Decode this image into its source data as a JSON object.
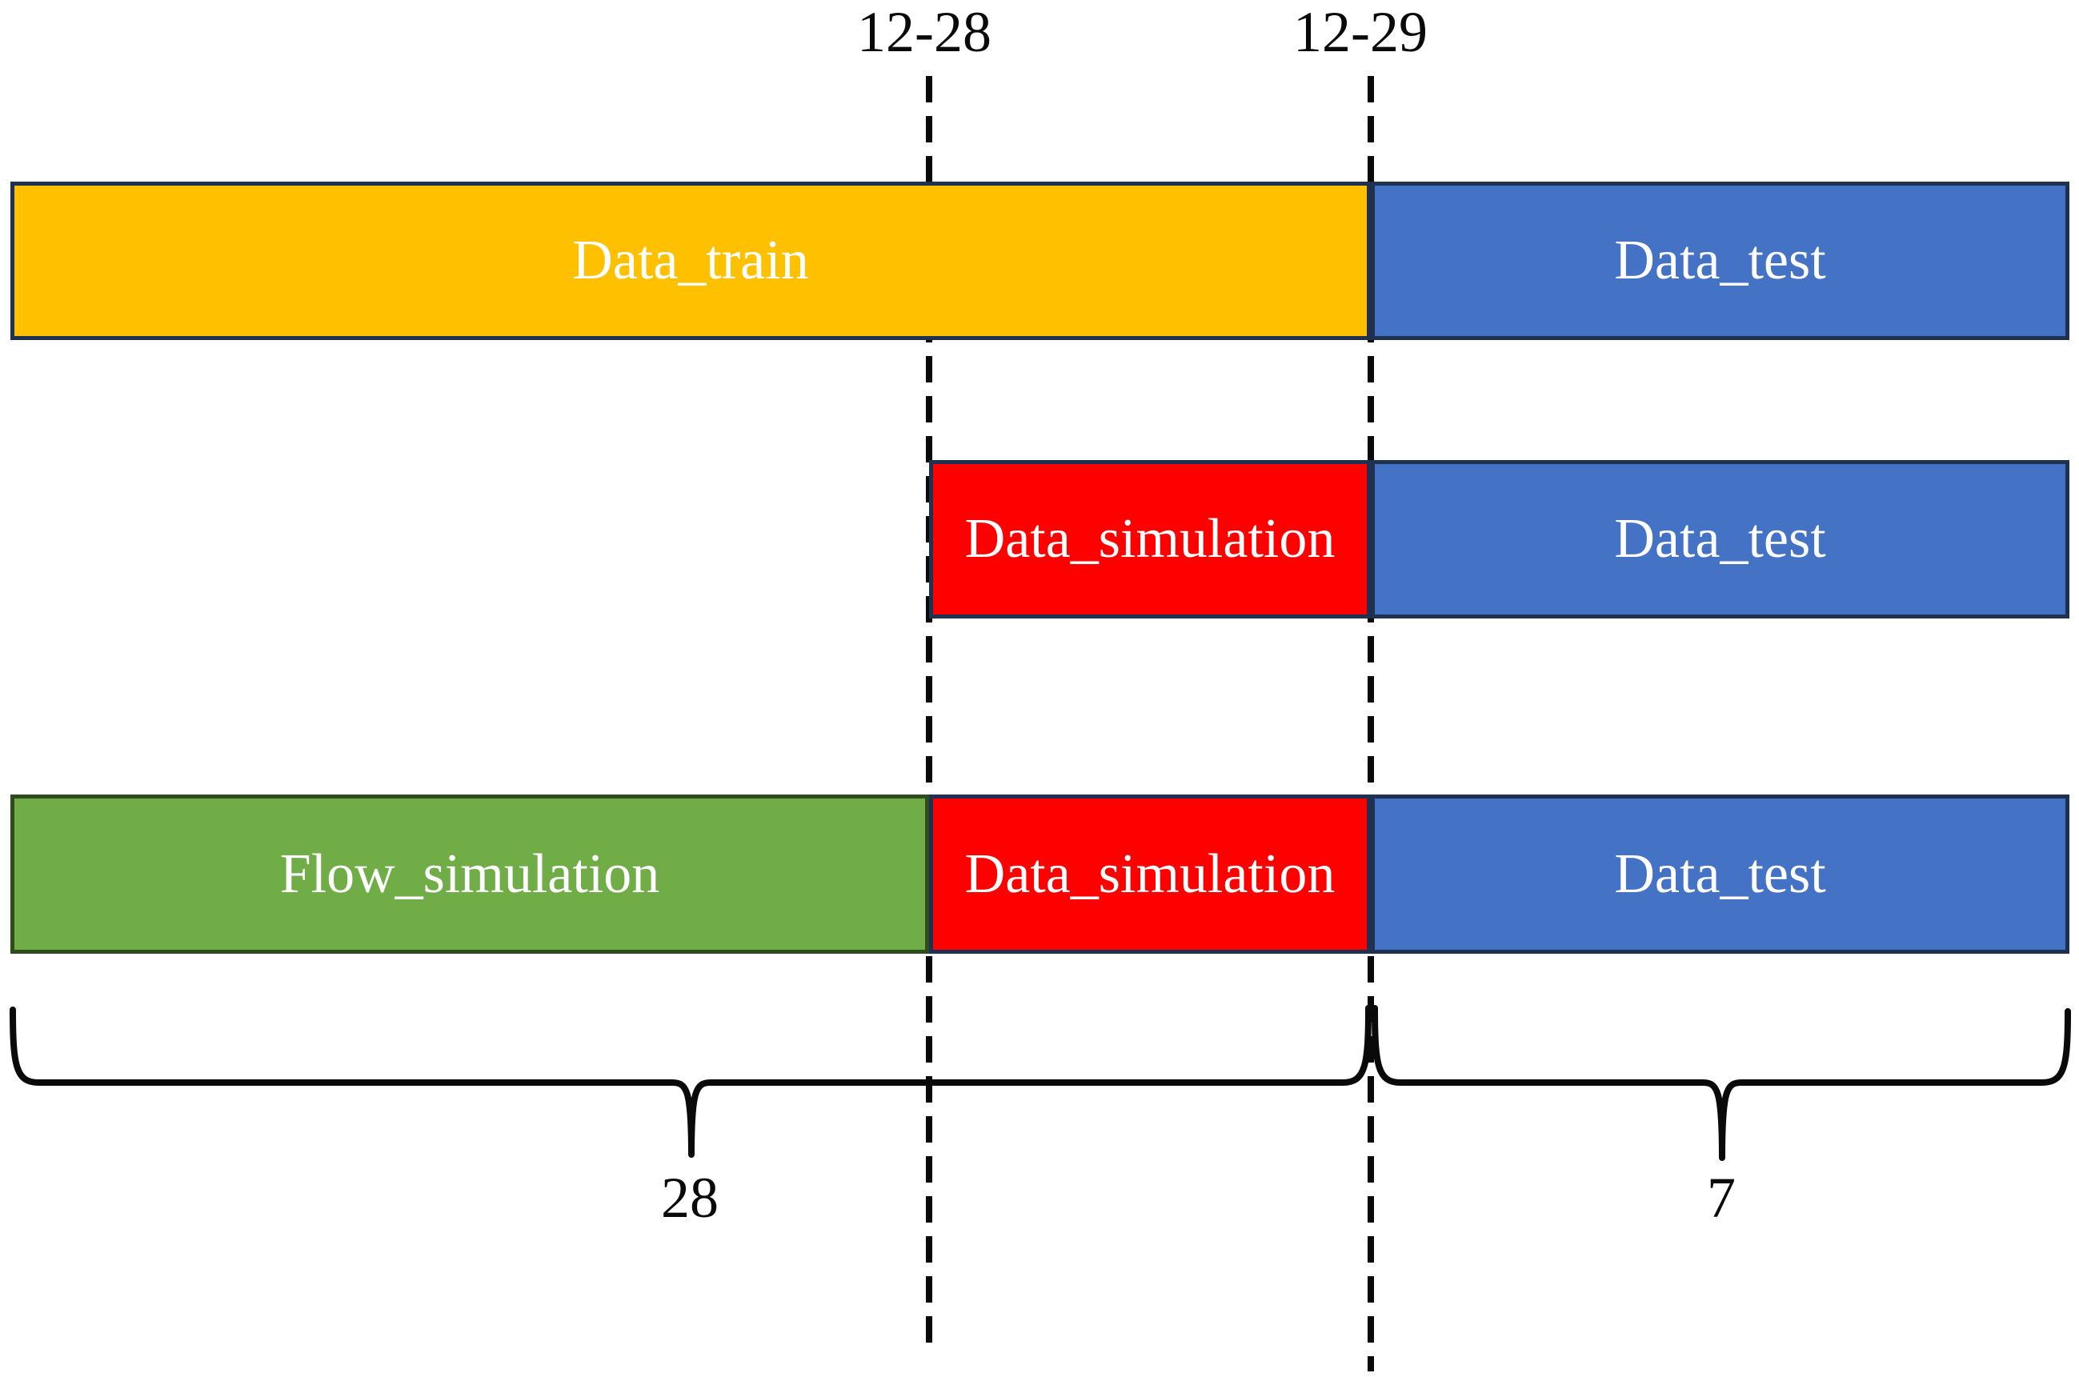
{
  "timeline": {
    "markers": [
      {
        "label": "12-28"
      },
      {
        "label": "12-29"
      }
    ],
    "rows": [
      {
        "name": "row-train-test",
        "segments": [
          {
            "label": "Data_train",
            "color": "#FFC000"
          },
          {
            "label": "Data_test",
            "color": "#4472C4"
          }
        ]
      },
      {
        "name": "row-simulation-test",
        "segments": [
          {
            "label": "Data_simulation",
            "color": "#FF0000"
          },
          {
            "label": "Data_test",
            "color": "#4472C4"
          }
        ]
      },
      {
        "name": "row-flow-simulation-test",
        "segments": [
          {
            "label": "Flow_simulation",
            "color": "#70AD47"
          },
          {
            "label": "Data_simulation",
            "color": "#FF0000"
          },
          {
            "label": "Data_test",
            "color": "#4472C4"
          }
        ]
      }
    ],
    "spans": [
      {
        "label": "28"
      },
      {
        "label": "7"
      }
    ],
    "colors": {
      "train_fill": "#FFC000",
      "test_fill": "#4472C4",
      "simulation_fill": "#FF0000",
      "flow_fill": "#70AD47",
      "bar_outline": "#1F3050",
      "flow_outline": "#2F4D1C",
      "line_and_text": "#0A0A0A",
      "bar_text": "#FFFFFF",
      "background": "#FFFFFF"
    }
  }
}
